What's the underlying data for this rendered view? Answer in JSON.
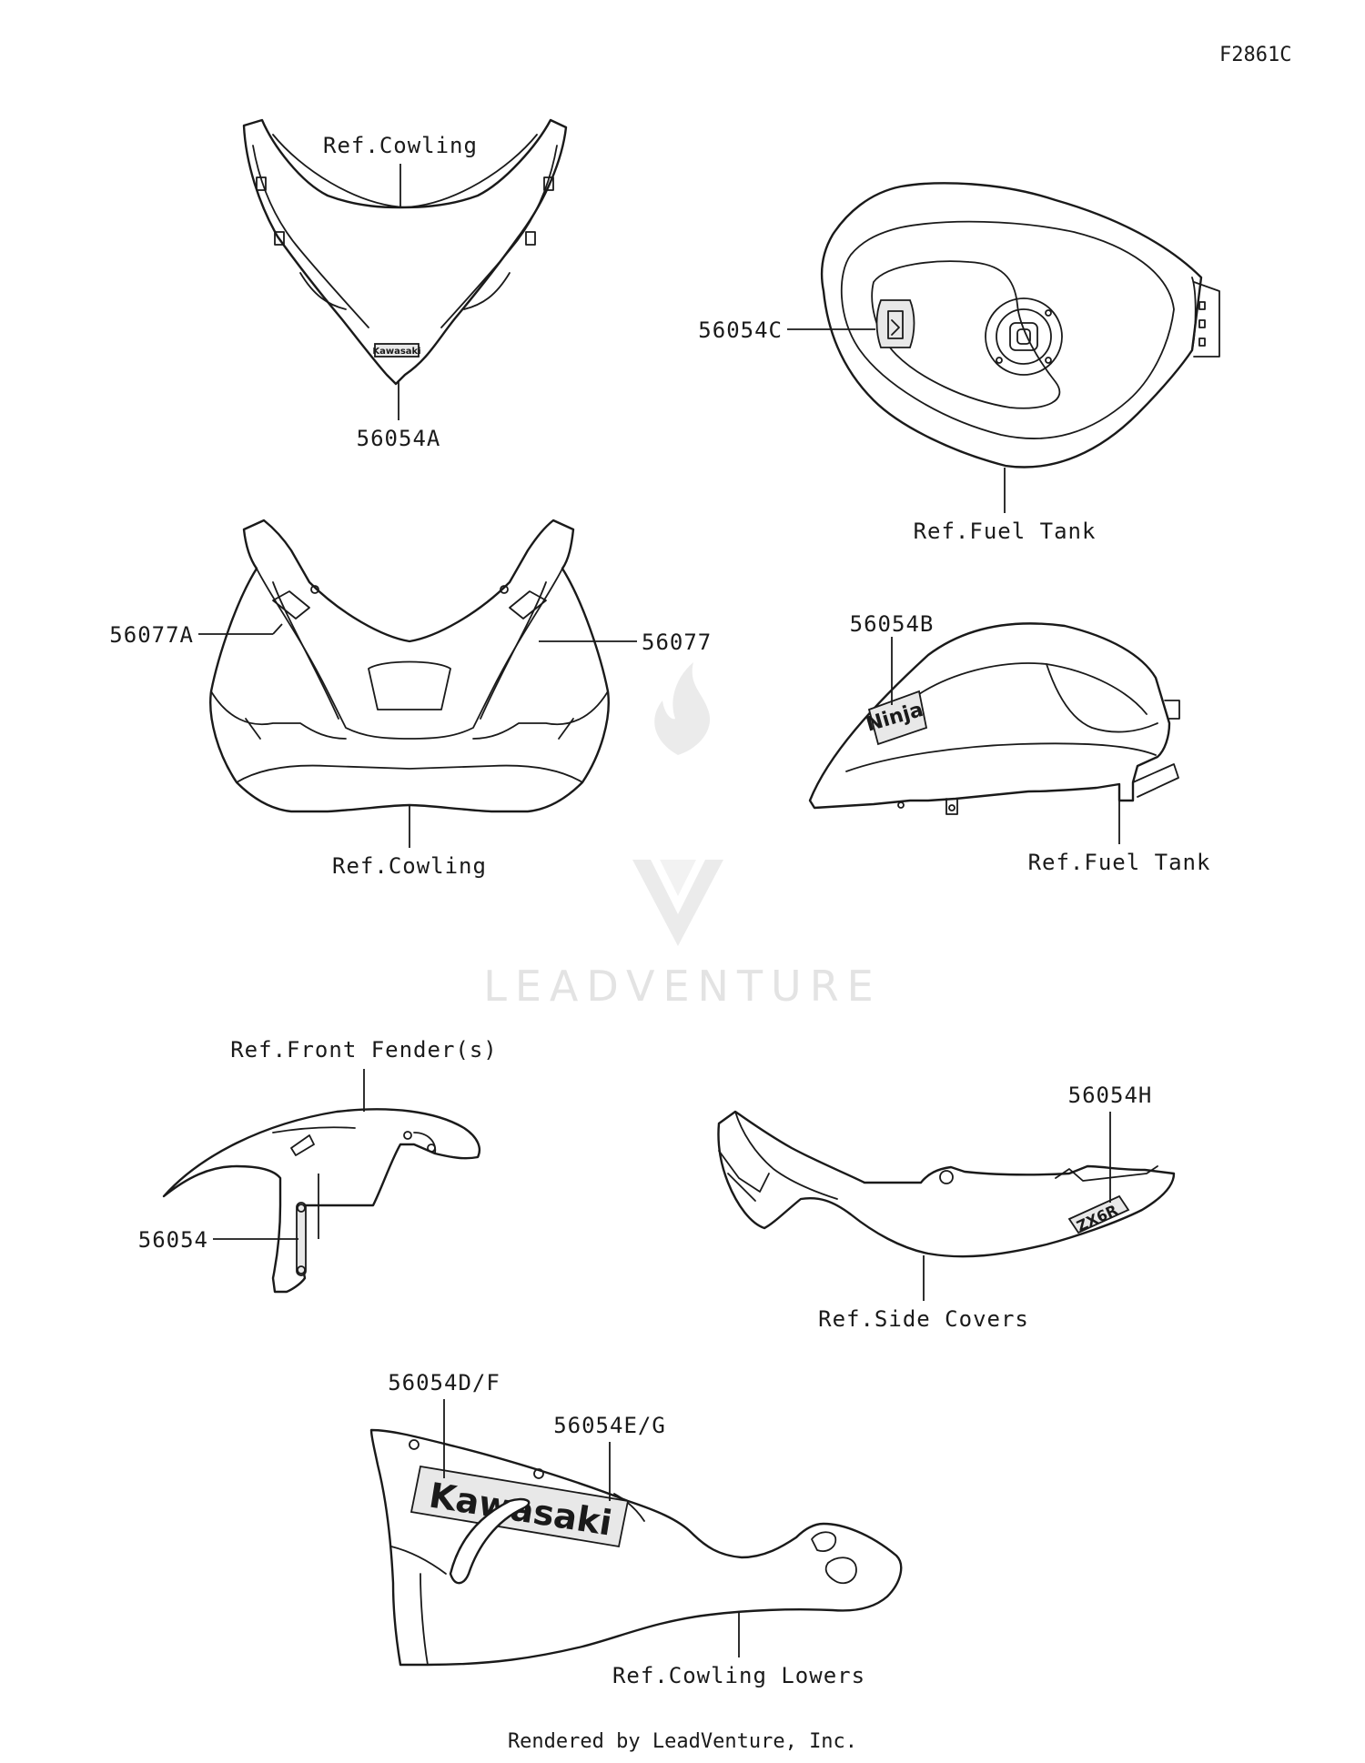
{
  "figure_id": "F2861C",
  "watermark": {
    "text": "LEADVENTURE"
  },
  "footer": "Rendered by LeadVenture, Inc.",
  "groups": {
    "upper_cowling": {
      "ref": "Ref.Cowling",
      "part": "56054A",
      "decal_text": "Kawasaki"
    },
    "fuel_tank_top": {
      "ref": "Ref.Fuel Tank",
      "part": "56054C"
    },
    "cowling_front": {
      "ref": "Ref.Cowling",
      "part_left": "56077A",
      "part_right": "56077"
    },
    "fuel_tank_side": {
      "ref": "Ref.Fuel Tank",
      "part": "56054B",
      "decal_text": "Ninja"
    },
    "front_fender": {
      "ref": "Ref.Front Fender(s)",
      "part": "56054"
    },
    "side_covers": {
      "ref": "Ref.Side Covers",
      "part": "56054H",
      "decal_text": "ZX6R"
    },
    "cowling_lowers": {
      "ref": "Ref.Cowling Lowers",
      "part_a": "56054D/F",
      "part_b": "56054E/G",
      "decal_text": "Kawasaki"
    }
  }
}
